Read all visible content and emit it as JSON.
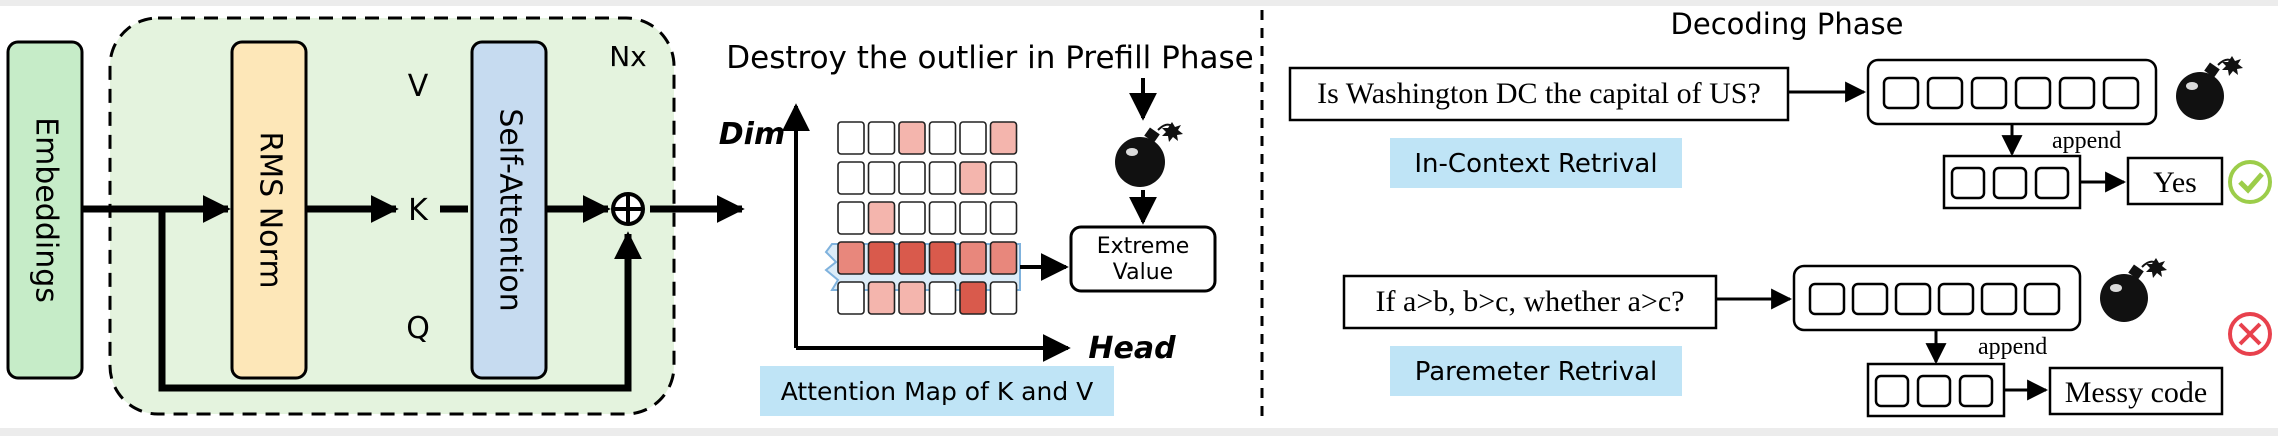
{
  "left_panel": {
    "nx_label": "Nx",
    "embeddings_label": "Embeddings",
    "rms_norm_label": "RMS Norm",
    "self_attention_label": "Self-Attention",
    "v_label": "V",
    "k_label": "K",
    "q_label": "Q",
    "add_symbol": "⊕"
  },
  "prefill": {
    "title": "Destroy the outlier in Prefill Phase",
    "dim_label": "Dim",
    "head_label": "Head",
    "extreme_value_line1": "Extreme",
    "extreme_value_line2": "Value",
    "caption": "Attention Map of K and V",
    "grid_intensity": [
      [
        0,
        0,
        1,
        0,
        0,
        1
      ],
      [
        0,
        0,
        0,
        0,
        1,
        0
      ],
      [
        0,
        1,
        0,
        0,
        0,
        0
      ],
      [
        2,
        3,
        3,
        3,
        2,
        2
      ],
      [
        0,
        1,
        1,
        0,
        3,
        0
      ]
    ],
    "colors": [
      "#ffffff",
      "#f4b5ad",
      "#e8877c",
      "#d95a4c"
    ]
  },
  "decoding": {
    "title": "Decoding Phase",
    "example1": {
      "question": "Is Washington DC the capital of US?",
      "label": "In-Context Retrival",
      "append": "append",
      "answer": "Yes",
      "status": "check"
    },
    "example2": {
      "question": "If a>b, b>c, whether a>c?",
      "label": "Paremeter Retrival",
      "append": "append",
      "answer": "Messy code",
      "status": "cross"
    },
    "label_color": "#bfe4f6",
    "check_color": "#9ccd4a",
    "cross_color": "#e8414d"
  }
}
